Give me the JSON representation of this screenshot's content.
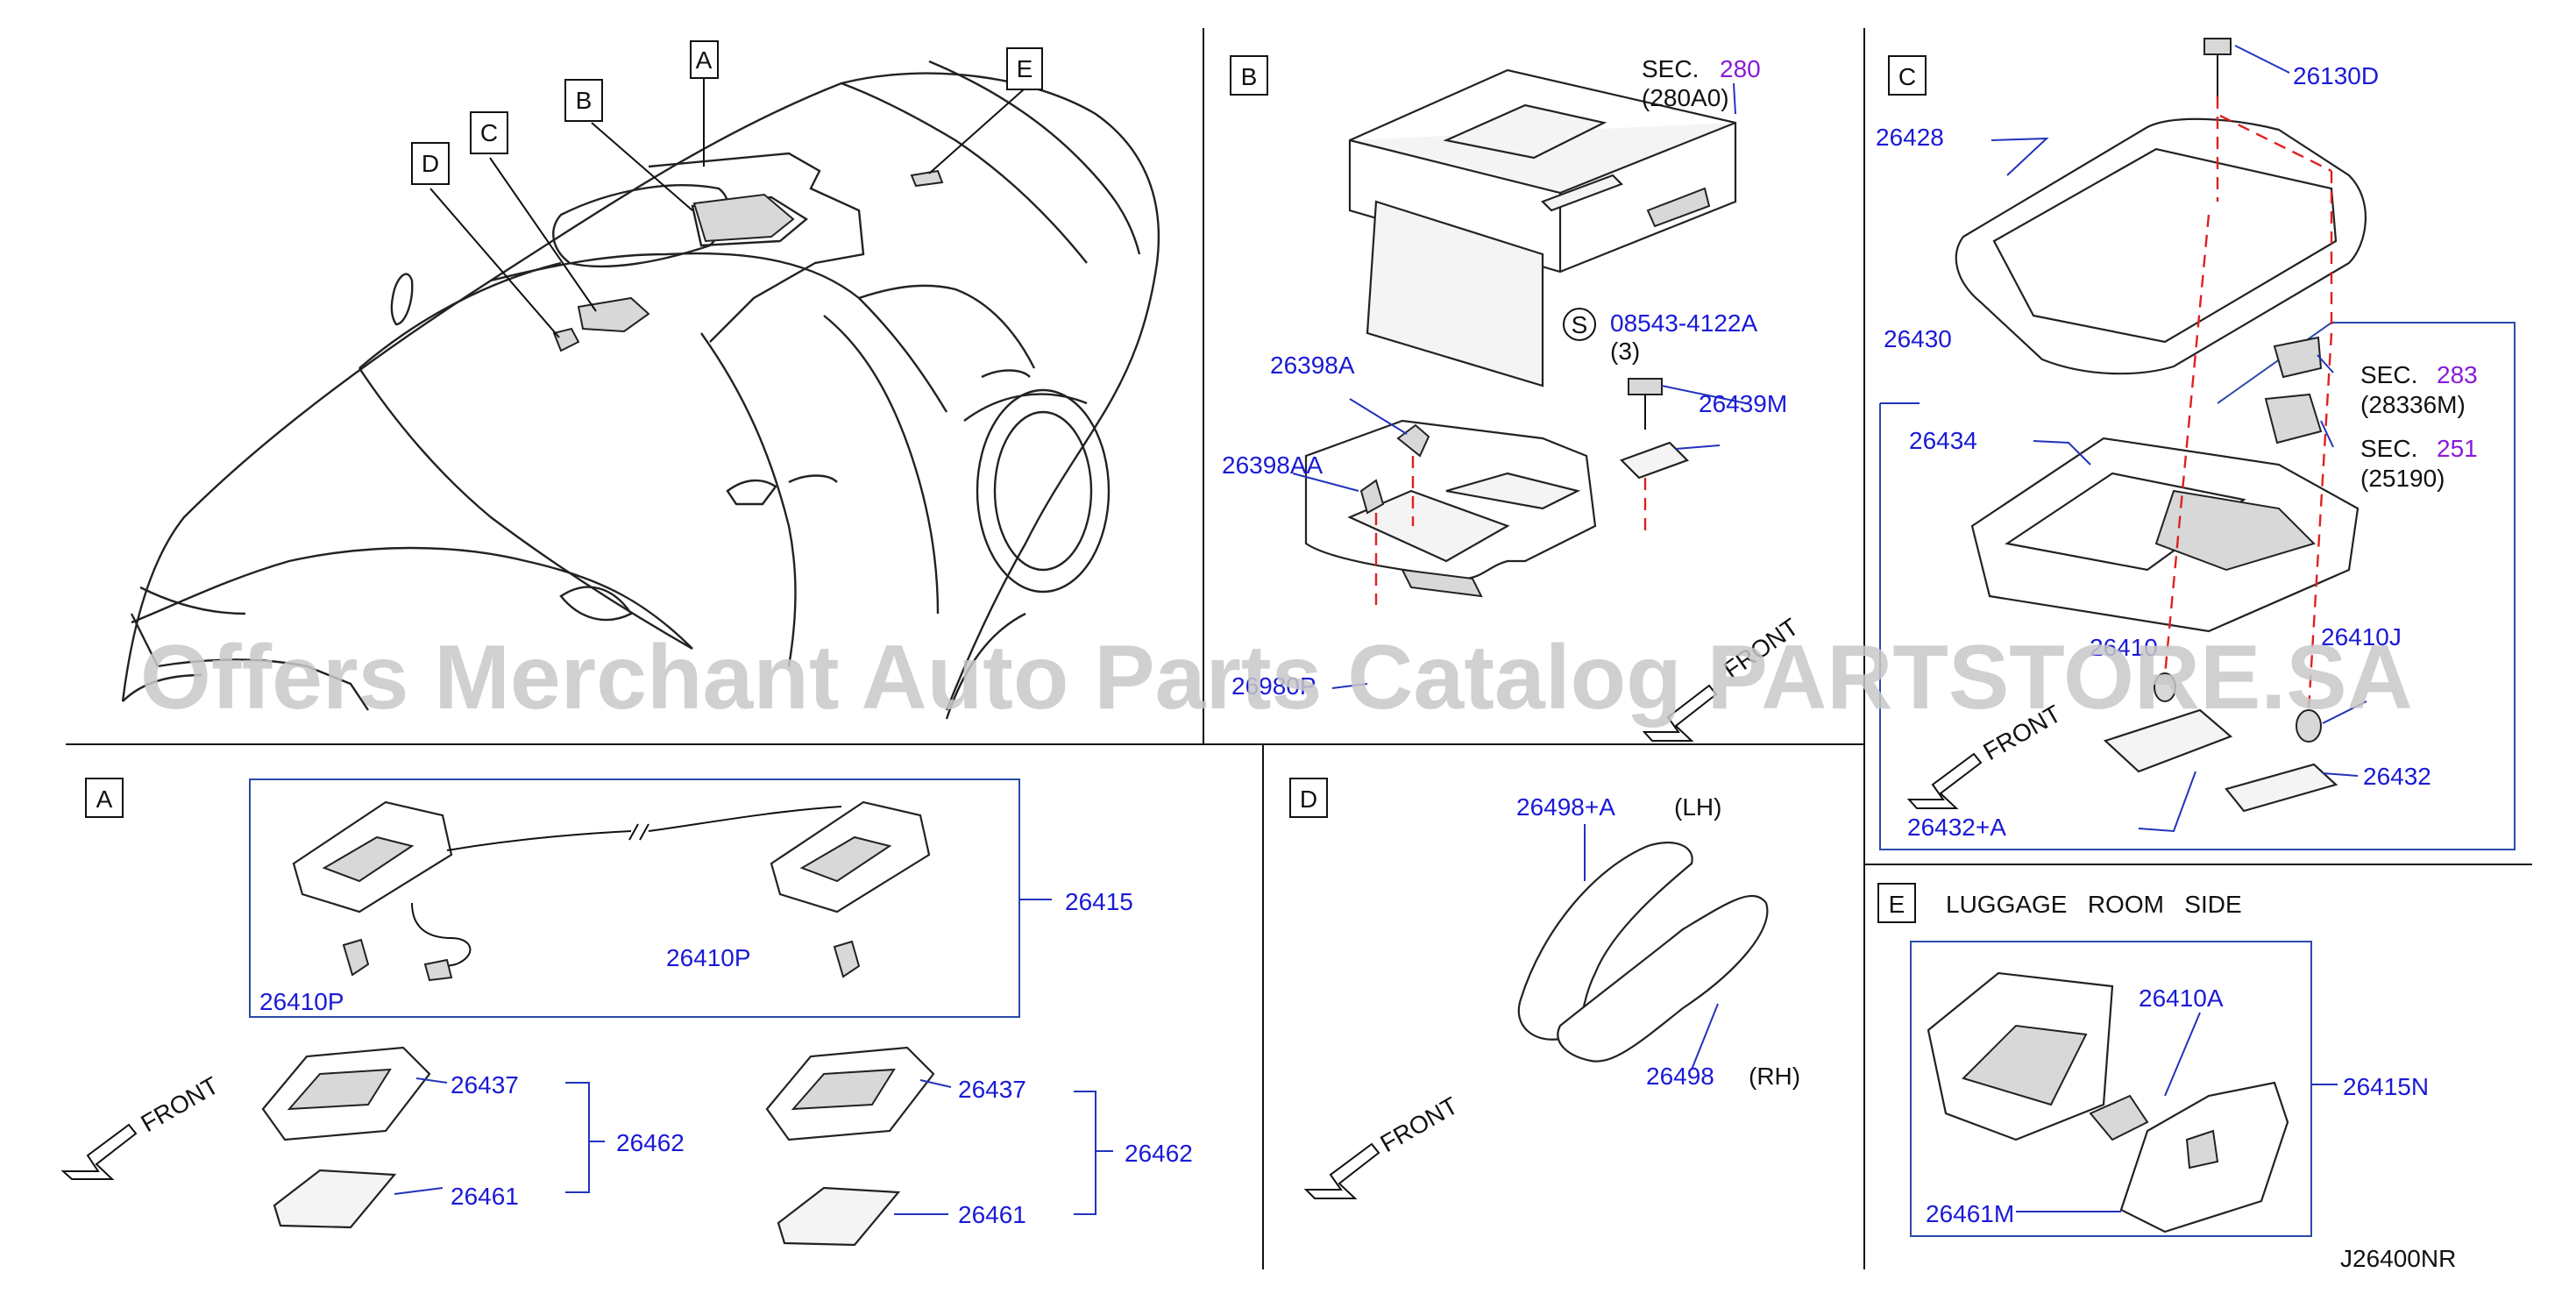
{
  "drawing_id": "J26400NR",
  "watermark": "Offers Merchant Auto Parts Catalog PARTSTORE.SA",
  "sections": {
    "overview": {
      "callouts": [
        "A",
        "B",
        "C",
        "D",
        "E"
      ]
    },
    "B": {
      "tag": "B",
      "sec_prefix": "SEC.",
      "sec_number": "280",
      "sec_sub": "(280A0)",
      "screw_symbol": "S",
      "screw_part": "08543-4122A",
      "screw_qty": "(3)",
      "parts": [
        "26398A",
        "26398AA",
        "26439M",
        "26980P"
      ],
      "front_label": "FRONT"
    },
    "C": {
      "tag": "C",
      "parts": [
        "26130D",
        "26428",
        "26430",
        "26434",
        "26410",
        "26410J",
        "26432+A",
        "26432"
      ],
      "sec1_prefix": "SEC.",
      "sec1_number": "283",
      "sec1_sub": "(28336M)",
      "sec2_prefix": "SEC.",
      "sec2_number": "251",
      "sec2_sub": "(25190)",
      "front_label": "FRONT"
    },
    "A": {
      "tag": "A",
      "parts": [
        "26415",
        "26410P",
        "26410P",
        "26437",
        "26462",
        "26461",
        "26437",
        "26462",
        "26461"
      ],
      "front_label": "FRONT"
    },
    "D": {
      "tag": "D",
      "parts": [
        "26498+A",
        "26498"
      ],
      "side_lh": "(LH)",
      "side_rh": "(RH)",
      "front_label": "FRONT"
    },
    "E": {
      "tag": "E",
      "title": "LUGGAGE   ROOM   SIDE",
      "parts": [
        "26410A",
        "26415N",
        "26461M"
      ]
    }
  },
  "colors": {
    "part_number": "#1a1ad6",
    "section_ref": "#8a1ad6",
    "leader": "#2233bb",
    "dash": "#e02020",
    "watermark": "#c8c8c8"
  }
}
